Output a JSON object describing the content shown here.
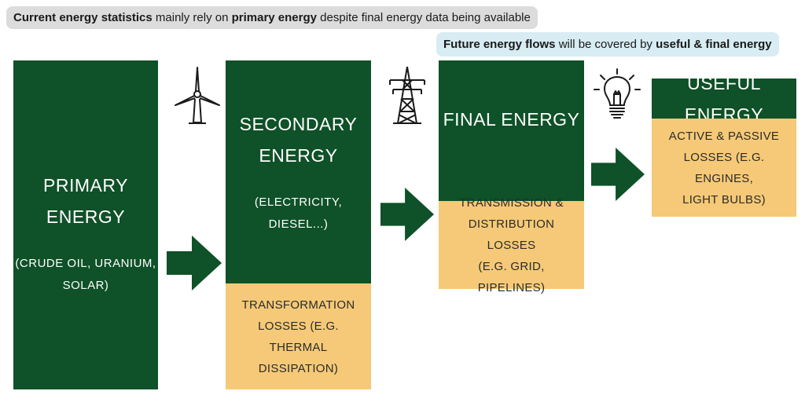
{
  "header_note": {
    "bold1": "Current energy statistics",
    "text1": " mainly rely on ",
    "bold2": "primary energy",
    "text2": " despite final energy data being available"
  },
  "future_note": {
    "bold1": "Future energy flows",
    "text1": " will be covered by ",
    "bold2": "useful & final energy"
  },
  "stages": {
    "primary": {
      "title": "PRIMARY\nENERGY",
      "examples": "(CRUDE OIL, URANIUM,\nSOLAR)"
    },
    "secondary": {
      "title": "SECONDARY\nENERGY",
      "examples": "(ELECTRICITY,\nDIESEL...)",
      "losses": "TRANSFORMATION\nLOSSES (E.G. THERMAL\nDISSIPATION)"
    },
    "final": {
      "title": "FINAL ENERGY",
      "losses": "TRANSMISSION &\nDISTRIBUTION LOSSES\n(E.G. GRID, PIPELINES)"
    },
    "useful": {
      "title": "USEFUL ENERGY",
      "losses": "ACTIVE & PASSIVE\nLOSSES (E.G. ENGINES,\nLIGHT BULBS)"
    }
  },
  "icons": [
    "wind-turbine-icon",
    "power-pylon-icon",
    "light-bulb-icon",
    "right-arrow-icon"
  ],
  "colors": {
    "energy_block": "#0f5128",
    "losses_block": "#f5c977",
    "top_note_bg": "#dcdcdc",
    "future_note_bg": "#d7ecf3"
  }
}
